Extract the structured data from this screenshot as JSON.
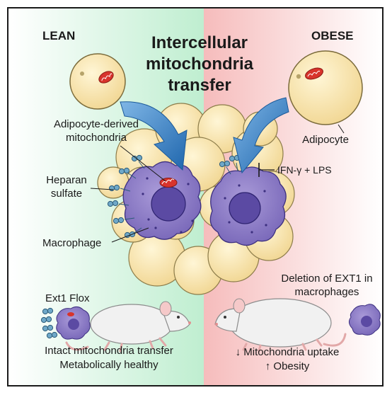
{
  "header": {
    "left": "LEAN",
    "right": "OBESE",
    "title_line1": "Intercellular",
    "title_line2": "mitochondria",
    "title_line3": "transfer"
  },
  "labels": {
    "adipocyte_mito_line1": "Adipocyte-derived",
    "adipocyte_mito_line2": "mitochondria",
    "heparan_line1": "Heparan",
    "heparan_line2": "sulfate",
    "macrophage": "Macrophage",
    "adipocyte": "Adipocyte",
    "ifn": "IFN-γ + LPS"
  },
  "bottom_left": {
    "mouse_label": "Ext1 Flox",
    "line1": "Intact mitochondria transfer",
    "line2": "Metabolically healthy"
  },
  "bottom_right": {
    "title_line1": "Deletion of EXT1 in",
    "title_line2": "macrophages",
    "line1": "↓ Mitochondria uptake",
    "line2": "↑ Obesity"
  },
  "colors": {
    "lean_bg": "#c8f0d4",
    "obese_bg": "#f7c8c8",
    "adipocyte_fill": "#f7e2a6",
    "macrophage_fill": "#8a7cc4",
    "nucleus_fill": "#5b4aa3",
    "mito_fill": "#d8342c",
    "arrow_fill": "#2f7fc3"
  }
}
